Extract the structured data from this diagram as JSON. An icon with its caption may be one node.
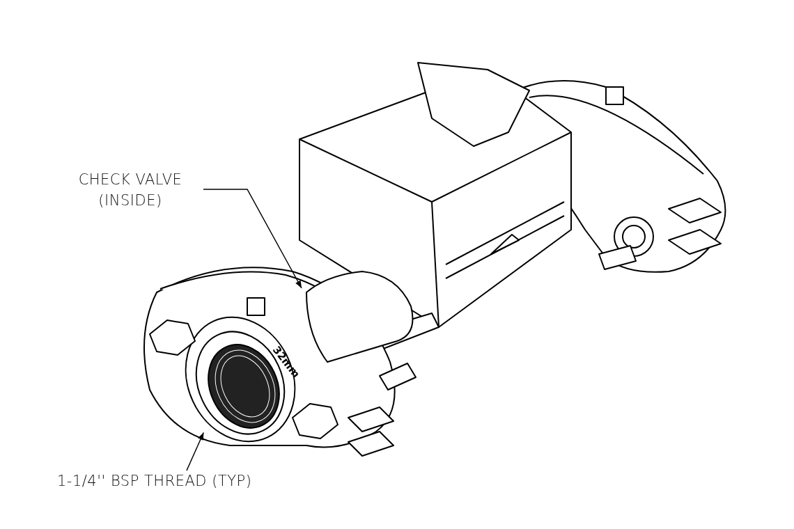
{
  "diagram": {
    "nodes": [
      {
        "text": [
          "CHECK VALVE (INSIDE)"
        ]
      },
      {
        "text": [],
        "shape": "picture"
      },
      {
        "text": [
          "1-1/4'' BSP THREAD (TYP)"
        ]
      },
      {
        "text": [],
        "shape": "picture"
      }
    ],
    "edges": [
      {
        "from": 0,
        "to": 1,
        "arrow": "to"
      },
      {
        "from": 2,
        "to": 3,
        "arrow": "to"
      }
    ],
    "labels": [
      "32mm"
    ]
  }
}
